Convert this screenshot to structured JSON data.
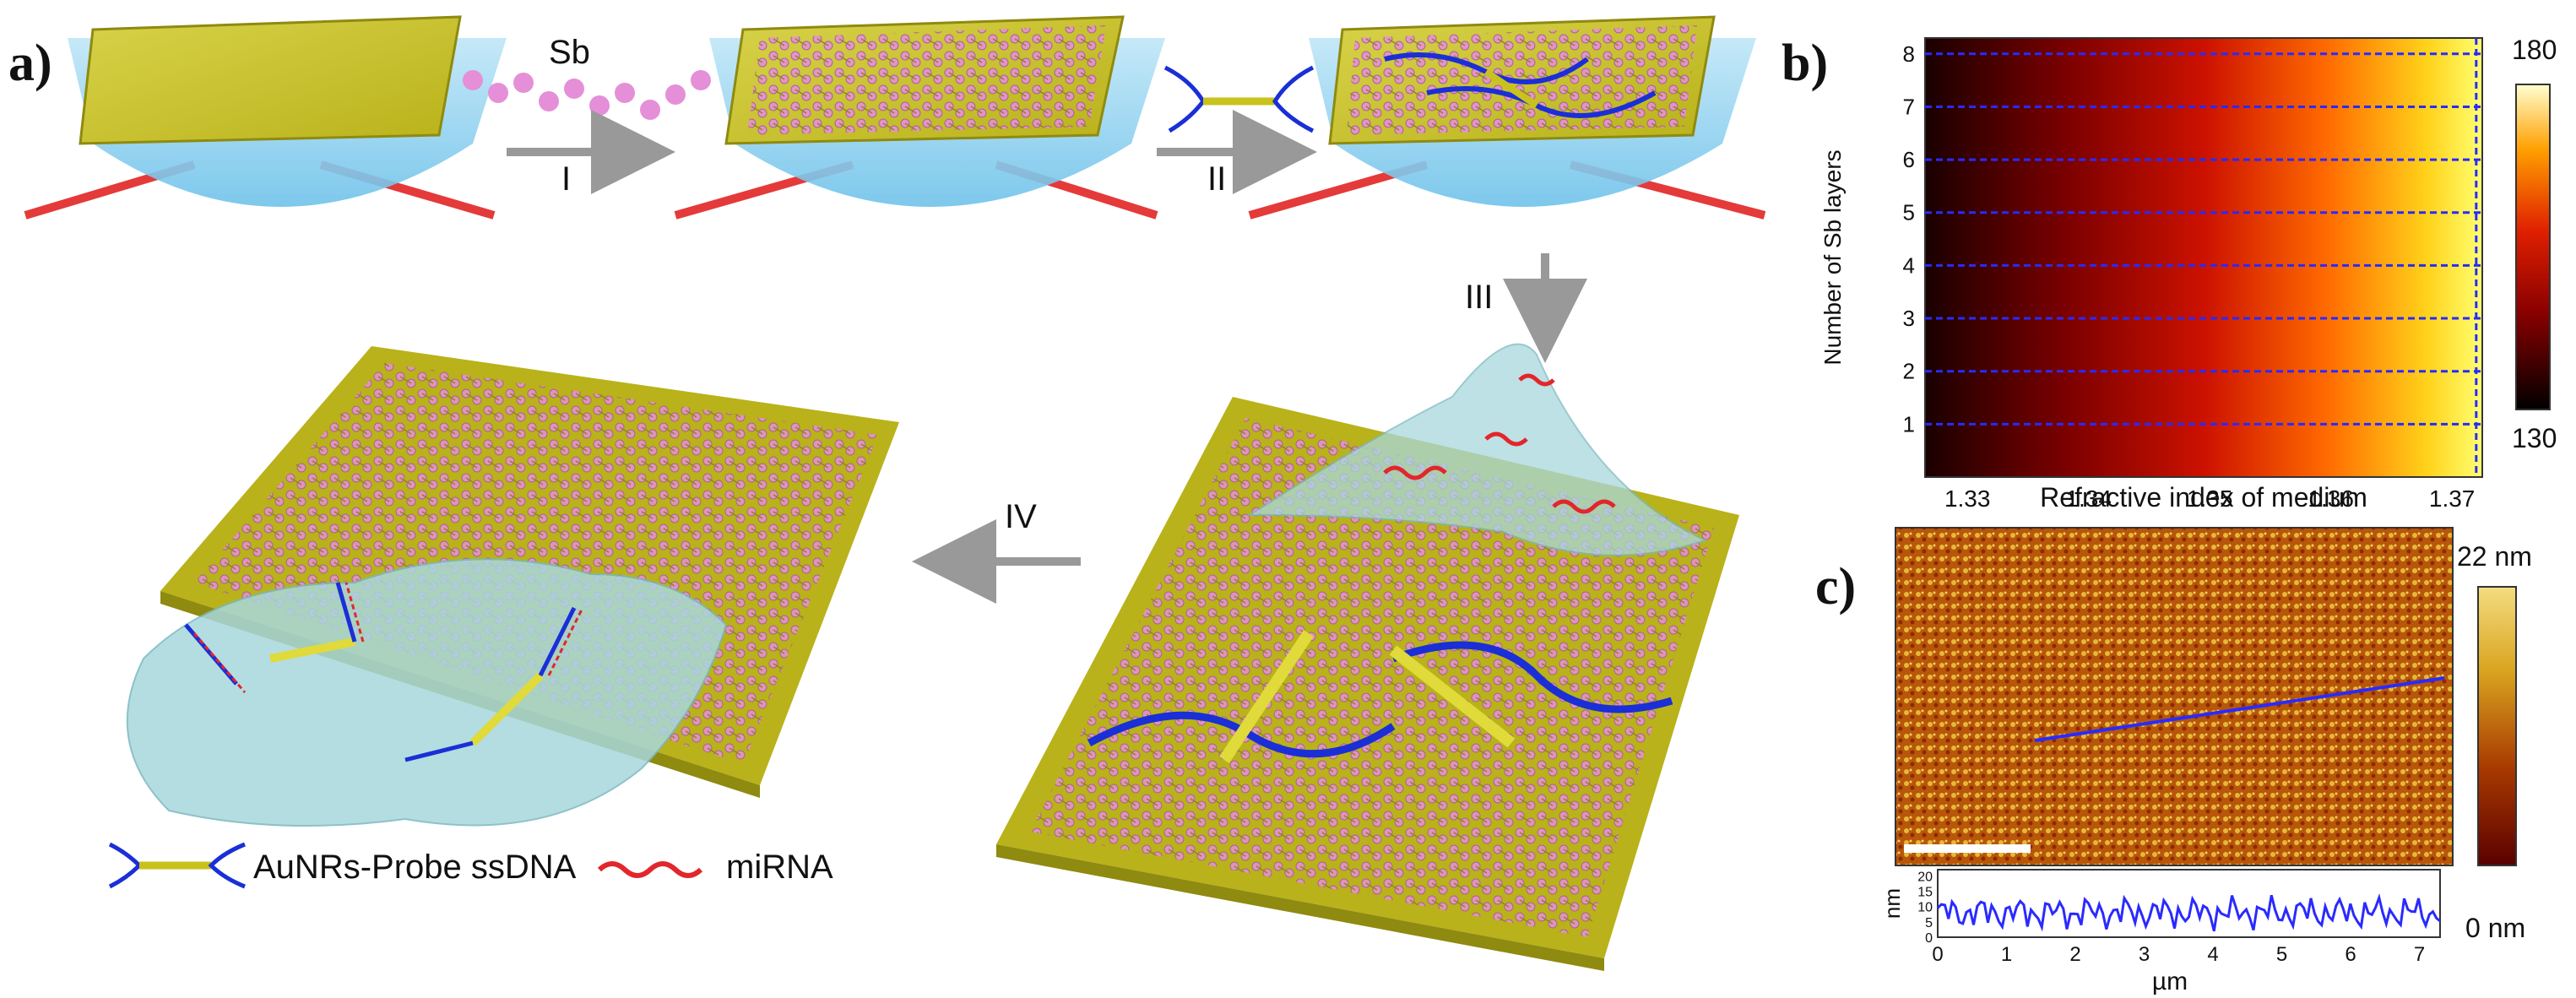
{
  "panel_a": {
    "label": "a)",
    "sb_label": "Sb",
    "steps": [
      "I",
      "II",
      "III",
      "IV"
    ],
    "legend": {
      "probe": "AuNRs-Probe ssDNA",
      "mirna": "miRNA"
    }
  },
  "panel_b": {
    "label": "b)",
    "chart_data": {
      "type": "heatmap",
      "xlabel": "Refractive index of medium",
      "ylabel": "Number of Sb layers",
      "x_ticks": [
        "1.33",
        "1.34",
        "1.35",
        "1.36",
        "1.37"
      ],
      "y_ticks": [
        "1",
        "2",
        "3",
        "4",
        "5",
        "6",
        "7",
        "8"
      ],
      "xlim": [
        1.3265,
        1.3725
      ],
      "ylim": [
        0,
        8.3
      ],
      "marked_layers": [
        1,
        2,
        3,
        4,
        5,
        6,
        7,
        8
      ],
      "marked_index": 1.372,
      "colorbar": {
        "min": "130",
        "max": "180"
      }
    }
  },
  "panel_c": {
    "label": "c)",
    "colorbar": {
      "max": "22 nm",
      "min": "0 nm"
    },
    "profile": {
      "ylabel": "nm",
      "y_ticks": [
        "0",
        "5",
        "10",
        "15",
        "20"
      ],
      "x_ticks": [
        "0",
        "1",
        "2",
        "3",
        "4",
        "5",
        "6",
        "7"
      ],
      "xlabel": "µm",
      "xlim": [
        0,
        7.3
      ],
      "ylim": [
        0,
        22
      ]
    }
  },
  "colors": {
    "gold": "#c9c21c",
    "atom": "#e58fd8",
    "dna": "#1a2fd6",
    "mirna": "#e2262b",
    "prism": "#8fd0ee"
  }
}
